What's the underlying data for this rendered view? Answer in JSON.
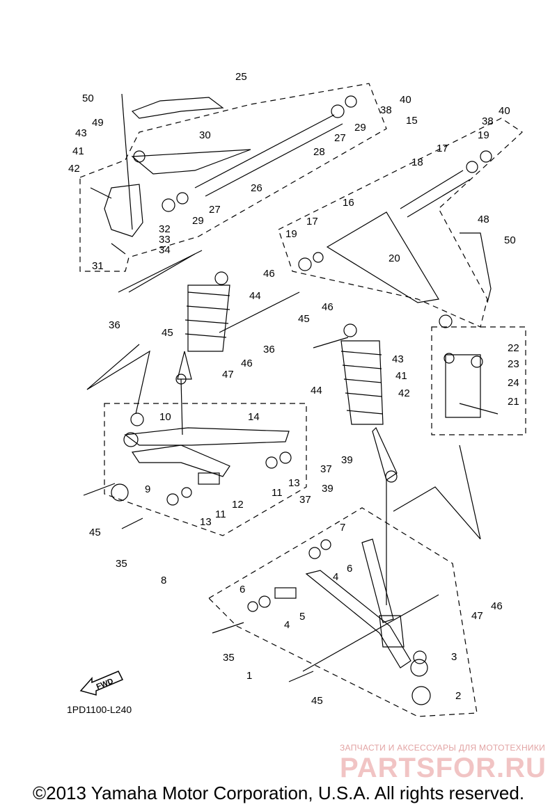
{
  "diagram_code": "1PD1100-L240",
  "fwd_label": "FWD",
  "watermark": {
    "top_text": "ЗАПЧАСТИ И АКСЕССУАРЫ ДЛЯ МОТОТЕХНИКИ",
    "brand_text": "PARTSFOR.RU"
  },
  "copyright": "©2013 Yamaha Motor Corporation, U.S.A. All rights reserved.",
  "callouts": [
    {
      "id": "c50a",
      "text": "50"
    },
    {
      "id": "c25",
      "text": "25"
    },
    {
      "id": "c40a",
      "text": "40"
    },
    {
      "id": "c38a",
      "text": "38"
    },
    {
      "id": "c49",
      "text": "49"
    },
    {
      "id": "c27a",
      "text": "27"
    },
    {
      "id": "c29a",
      "text": "29"
    },
    {
      "id": "c15",
      "text": "15"
    },
    {
      "id": "c40b",
      "text": "40"
    },
    {
      "id": "c43a",
      "text": "43"
    },
    {
      "id": "c30",
      "text": "30"
    },
    {
      "id": "c38b",
      "text": "38"
    },
    {
      "id": "c41a",
      "text": "41"
    },
    {
      "id": "c28",
      "text": "28"
    },
    {
      "id": "c19a",
      "text": "19"
    },
    {
      "id": "c42a",
      "text": "42"
    },
    {
      "id": "c17a",
      "text": "17"
    },
    {
      "id": "c18",
      "text": "18"
    },
    {
      "id": "c26",
      "text": "26"
    },
    {
      "id": "c27b",
      "text": "27"
    },
    {
      "id": "c29b",
      "text": "29"
    },
    {
      "id": "c16",
      "text": "16"
    },
    {
      "id": "c48",
      "text": "48"
    },
    {
      "id": "c32",
      "text": "32"
    },
    {
      "id": "c17b",
      "text": "17"
    },
    {
      "id": "c19b",
      "text": "19"
    },
    {
      "id": "c33",
      "text": "33"
    },
    {
      "id": "c50b",
      "text": "50"
    },
    {
      "id": "c34",
      "text": "34"
    },
    {
      "id": "c20",
      "text": "20"
    },
    {
      "id": "c31",
      "text": "31"
    },
    {
      "id": "c46a",
      "text": "46"
    },
    {
      "id": "c44a",
      "text": "44"
    },
    {
      "id": "c36a",
      "text": "36"
    },
    {
      "id": "c46b",
      "text": "46"
    },
    {
      "id": "c45a",
      "text": "45"
    },
    {
      "id": "c45b",
      "text": "45"
    },
    {
      "id": "c36b",
      "text": "36"
    },
    {
      "id": "c22",
      "text": "22"
    },
    {
      "id": "c43b",
      "text": "43"
    },
    {
      "id": "c23",
      "text": "23"
    },
    {
      "id": "c46c",
      "text": "46"
    },
    {
      "id": "c41b",
      "text": "41"
    },
    {
      "id": "c47a",
      "text": "47"
    },
    {
      "id": "c24",
      "text": "24"
    },
    {
      "id": "c44b",
      "text": "44"
    },
    {
      "id": "c42b",
      "text": "42"
    },
    {
      "id": "c21",
      "text": "21"
    },
    {
      "id": "c14",
      "text": "14"
    },
    {
      "id": "c10",
      "text": "10"
    },
    {
      "id": "c37a",
      "text": "37"
    },
    {
      "id": "c39a",
      "text": "39"
    },
    {
      "id": "c13a",
      "text": "13"
    },
    {
      "id": "c9",
      "text": "9"
    },
    {
      "id": "c11a",
      "text": "11"
    },
    {
      "id": "c12",
      "text": "12"
    },
    {
      "id": "c45c",
      "text": "45"
    },
    {
      "id": "c13b",
      "text": "13"
    },
    {
      "id": "c11b",
      "text": "11"
    },
    {
      "id": "c37b",
      "text": "37"
    },
    {
      "id": "c39b",
      "text": "39"
    },
    {
      "id": "c7",
      "text": "7"
    },
    {
      "id": "c35a",
      "text": "35"
    },
    {
      "id": "c8",
      "text": "8"
    },
    {
      "id": "c6a",
      "text": "6"
    },
    {
      "id": "c4a",
      "text": "4"
    },
    {
      "id": "c6b",
      "text": "6"
    },
    {
      "id": "c5",
      "text": "5"
    },
    {
      "id": "c4b",
      "text": "4"
    },
    {
      "id": "c46d",
      "text": "46"
    },
    {
      "id": "c47b",
      "text": "47"
    },
    {
      "id": "c35b",
      "text": "35"
    },
    {
      "id": "c1",
      "text": "1"
    },
    {
      "id": "c3",
      "text": "3"
    },
    {
      "id": "c45d",
      "text": "45"
    },
    {
      "id": "c2",
      "text": "2"
    }
  ]
}
